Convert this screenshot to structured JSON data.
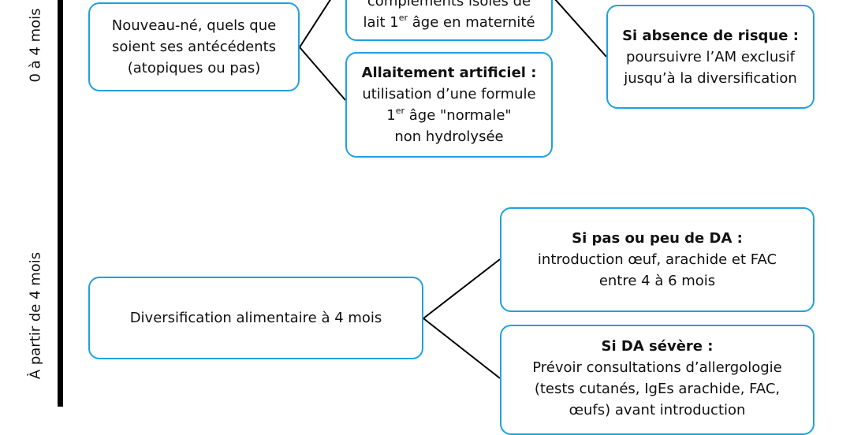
{
  "side_labels": {
    "early": "0 à 4 mois",
    "late": "À partir de 4 mois"
  },
  "boxes": {
    "newborn": {
      "lines": [
        "Nouveau-né, quels que",
        "soient ses antécédents",
        "(atopiques ou pas)"
      ]
    },
    "complements": {
      "line1": "compléments isolés de",
      "line2_pre": "lait 1",
      "line2_sup": "er",
      "line2_post": " âge en maternité"
    },
    "artificial": {
      "title": "Allaitement artificiel :",
      "line1": "utilisation d’une formule",
      "line2_pre": "1",
      "line2_sup": "er",
      "line2_post": " âge \"normale\"",
      "line3": "non hydrolysée"
    },
    "no_risk": {
      "title": "Si absence de risque :",
      "lines": [
        "poursuivre l’AM exclusif",
        "jusqu’à la diversification"
      ]
    },
    "diversification": {
      "text": "Diversification alimentaire à 4 mois"
    },
    "pas_da": {
      "title": "Si pas ou peu de DA :",
      "lines": [
        "introduction œuf, arachide et FAC",
        "entre 4 à 6 mois"
      ]
    },
    "da_severe": {
      "title": "Si DA sévère :",
      "lines": [
        "Prévoir consultations d’allergologie",
        "(tests cutanés, IgEs arachide, FAC,",
        "œufs) avant introduction"
      ]
    }
  },
  "colors": {
    "box_border": "#1fa1de",
    "axis": "#000000",
    "connector": "#000000"
  }
}
